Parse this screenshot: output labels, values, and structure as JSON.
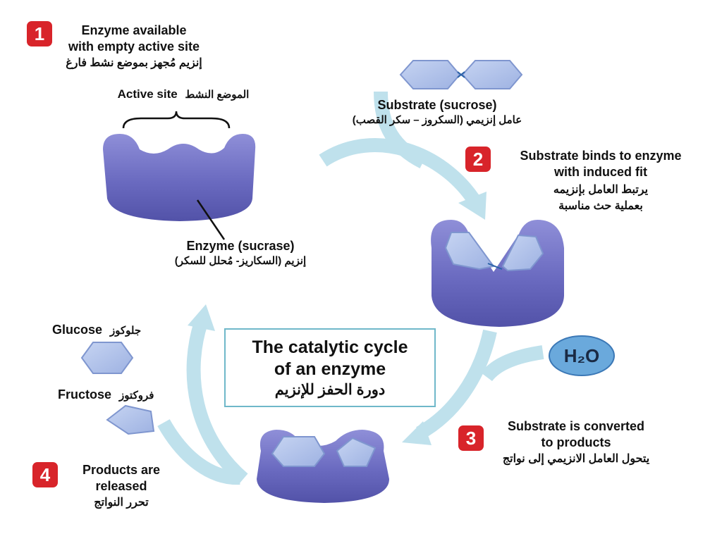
{
  "steps": [
    {
      "number": "1",
      "en_line1": "Enzyme available",
      "en_line2": "with empty active site",
      "ar": "إنزيم مُجهز بموضع نشط فارغ"
    },
    {
      "number": "2",
      "en_line1": "Substrate binds to enzyme",
      "en_line2": "with induced fit",
      "ar_line1": "يرتبط العامل بإنزيمه",
      "ar_line2": "بعملية حث مناسبة"
    },
    {
      "number": "3",
      "en_line1": "Substrate is converted",
      "en_line2": "to products",
      "ar": "يتحول العامل الانزيمي إلى نواتج"
    },
    {
      "number": "4",
      "en_line1": "Products are",
      "en_line2": "released",
      "ar": "تحرر النواتج"
    }
  ],
  "labels": {
    "active_site_en": "Active site",
    "active_site_ar": "الموضع النشط",
    "substrate_en": "Substrate (sucrose)",
    "substrate_ar": "عامل إنزيمي (السكروز – سكر القصب)",
    "enzyme_en": "Enzyme (sucrase)",
    "enzyme_ar": "إنزيم (السكاريز- مُحلل للسكر)",
    "glucose_en": "Glucose",
    "glucose_ar": "جلوكوز",
    "fructose_en": "Fructose",
    "fructose_ar": "فروكتوز",
    "water": "H₂O"
  },
  "title": {
    "line1": "The catalytic cycle",
    "line2": "of an enzyme",
    "ar": "دورة الحفز للإنزيم"
  },
  "colors": {
    "enzyme": "#6a6ac0",
    "substrate": "#a9bde6",
    "arrow": "#bfe1ec",
    "badge": "#d8242a",
    "water": "#6aa9dc"
  }
}
